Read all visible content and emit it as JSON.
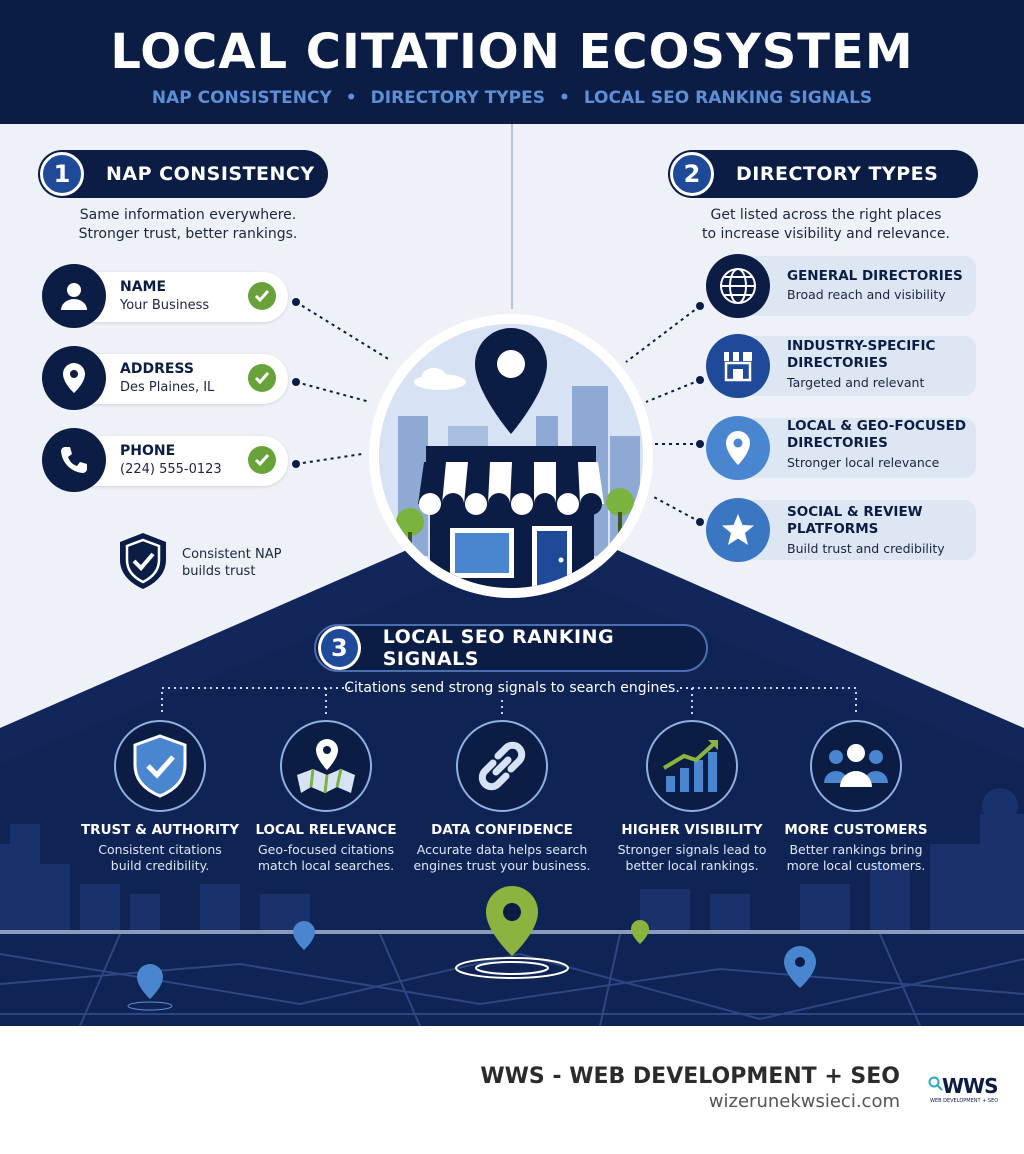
{
  "header": {
    "title": "LOCAL CITATION ECOSYSTEM",
    "subnav": [
      "NAP CONSISTENCY",
      "DIRECTORY TYPES",
      "LOCAL SEO RANKING SIGNALS"
    ],
    "separator": "•"
  },
  "nap": {
    "number": "1",
    "title": "NAP CONSISTENCY",
    "desc_line1": "Same information everywhere.",
    "desc_line2": "Stronger trust, better rankings.",
    "items": [
      {
        "label": "NAME",
        "value": "Your Business",
        "icon": "user-icon"
      },
      {
        "label": "ADDRESS",
        "value": "Des Plaines, IL",
        "icon": "location-pin-icon"
      },
      {
        "label": "PHONE",
        "value": "(224) 555-0123",
        "icon": "phone-icon"
      }
    ],
    "trust_line1": "Consistent NAP",
    "trust_line2": "builds trust"
  },
  "directories": {
    "number": "2",
    "title": "DIRECTORY TYPES",
    "desc_line1": "Get listed across the right places",
    "desc_line2": "to increase visibility and relevance.",
    "items": [
      {
        "label": "GENERAL DIRECTORIES",
        "value": "Broad reach and visibility",
        "icon": "globe-icon"
      },
      {
        "label": "INDUSTRY-SPECIFIC DIRECTORIES",
        "value": "Targeted and relevant",
        "icon": "storefront-icon"
      },
      {
        "label": "LOCAL & GEO-FOCUSED DIRECTORIES",
        "value": "Stronger local relevance",
        "icon": "location-pin-icon"
      },
      {
        "label": "SOCIAL & REVIEW PLATFORMS",
        "value": "Build trust and credibility",
        "icon": "star-icon"
      }
    ]
  },
  "signals": {
    "number": "3",
    "title": "LOCAL SEO RANKING SIGNALS",
    "desc": "Citations send strong signals to search engines.",
    "items": [
      {
        "title": "TRUST & AUTHORITY",
        "desc_line1": "Consistent citations",
        "desc_line2": "build credibility.",
        "icon": "shield-check-icon"
      },
      {
        "title": "LOCAL RELEVANCE",
        "desc_line1": "Geo-focused citations",
        "desc_line2": "match local searches.",
        "icon": "map-pin-icon"
      },
      {
        "title": "DATA CONFIDENCE",
        "desc_line1": "Accurate data helps search",
        "desc_line2": "engines trust your business.",
        "icon": "chain-link-icon"
      },
      {
        "title": "HIGHER VISIBILITY",
        "desc_line1": "Stronger signals lead to",
        "desc_line2": "better local rankings.",
        "icon": "growth-chart-icon"
      },
      {
        "title": "MORE CUSTOMERS",
        "desc_line1": "Better rankings bring",
        "desc_line2": "more local customers.",
        "icon": "people-group-icon"
      }
    ]
  },
  "footer": {
    "brand": "WWS - WEB DEVELOPMENT + SEO",
    "url": "wizerunekwsieci.com",
    "logo_text": "WWS",
    "logo_sub": "WEB DEVELOPMENT + SEO"
  },
  "colors": {
    "navy": "#0b1c45",
    "accent_blue": "#5d8fd6",
    "check_green": "#6aa23a",
    "light_bg": "#eef2f8"
  }
}
